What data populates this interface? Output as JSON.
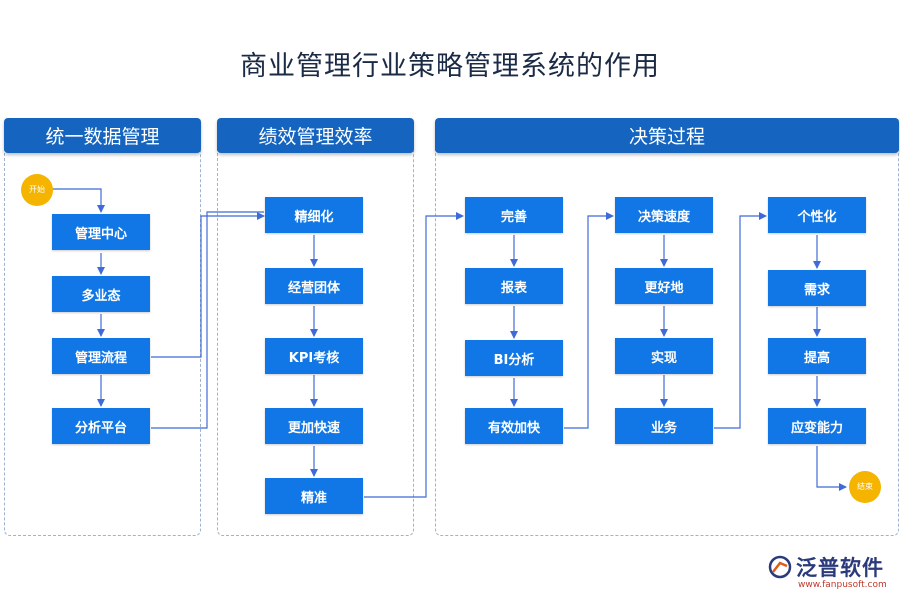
{
  "title": "商业管理行业策略管理系统的作用",
  "panels": [
    {
      "header": "统一数据管理"
    },
    {
      "header": "绩效管理效率"
    },
    {
      "header": "决策过程"
    }
  ],
  "start_label": "开始",
  "end_label": "结束",
  "col1": [
    "管理中心",
    "多业态",
    "管理流程",
    "分析平台"
  ],
  "col2": [
    "精细化",
    "经营团体",
    "KPI考核",
    "更加快速",
    "精准"
  ],
  "col3": [
    "完善",
    "报表",
    "BI分析",
    "有效加快"
  ],
  "col4": [
    "决策速度",
    "更好地",
    "实现",
    "业务"
  ],
  "col5": [
    "个性化",
    "需求",
    "提高",
    "应变能力"
  ],
  "logo": {
    "name": "泛普软件",
    "url": "www.fanpusoft.com"
  },
  "colors": {
    "header": "#1565c0",
    "node": "#1177e6",
    "circle": "#f5b400",
    "line": "#3f6bd8"
  }
}
